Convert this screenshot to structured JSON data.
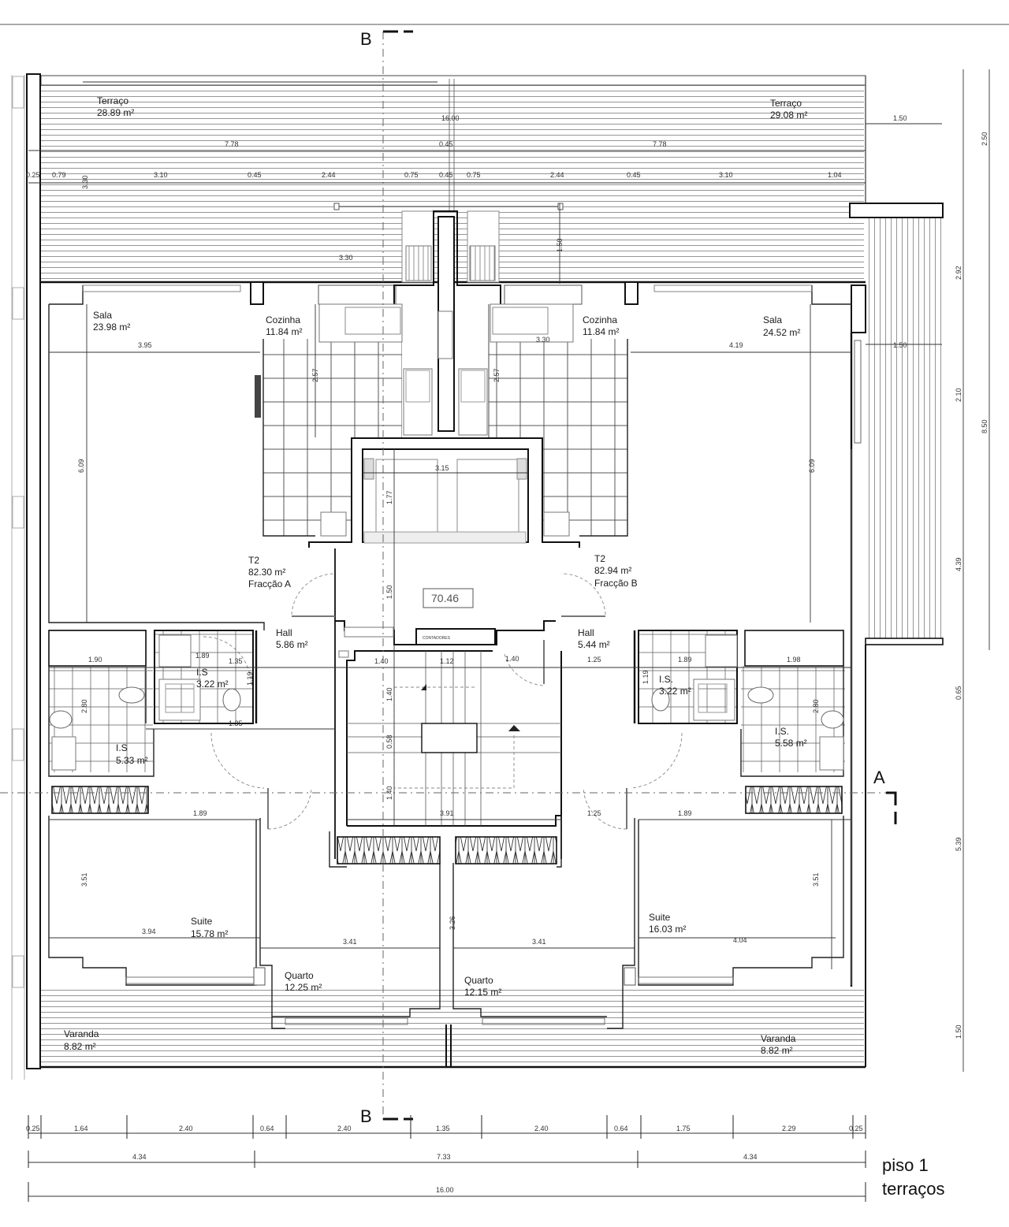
{
  "drawing": {
    "title_line1": "piso 1",
    "title_line2": "terraços",
    "section_markers": {
      "top": "B",
      "bottom": "B",
      "right": "A"
    },
    "common_area_box": "70.46",
    "meter_room_label": "CONTADORES"
  },
  "rooms": {
    "terraco_a": {
      "name": "Terraço",
      "area": "28.89 m²"
    },
    "terraco_b": {
      "name": "Terraço",
      "area": "29.08 m²"
    },
    "sala_a": {
      "name": "Sala",
      "area": "23.98 m²"
    },
    "sala_b": {
      "name": "Sala",
      "area": "24.52 m²"
    },
    "cozinha_a": {
      "name": "Cozinha",
      "area": "11.84 m²"
    },
    "cozinha_b": {
      "name": "Cozinha",
      "area": "11.84 m²"
    },
    "fraccao_a": {
      "type": "T2",
      "area": "82.30 m²",
      "name": "Fracção A"
    },
    "fraccao_b": {
      "type": "T2",
      "area": "82.94 m²",
      "name": "Fracção B"
    },
    "hall_a": {
      "name": "Hall",
      "area": "5.86 m²"
    },
    "hall_b": {
      "name": "Hall",
      "area": "5.44 m²"
    },
    "is_small_a": {
      "name": "I.S",
      "area": "3.22 m²"
    },
    "is_small_b": {
      "name": "I.S.",
      "area": "3.22 m²"
    },
    "is_large_a": {
      "name": "I.S",
      "area": "5.33 m²"
    },
    "is_large_b": {
      "name": "I.S.",
      "area": "5.58 m²"
    },
    "suite_a": {
      "name": "Suite",
      "area": "15.78 m²"
    },
    "suite_b": {
      "name": "Suite",
      "area": "16.03 m²"
    },
    "quarto_a": {
      "name": "Quarto",
      "area": "12.25 m²"
    },
    "quarto_b": {
      "name": "Quarto",
      "area": "12.15 m²"
    },
    "varanda_a": {
      "name": "Varanda",
      "area": "8.82 m²"
    },
    "varanda_b": {
      "name": "Varanda",
      "area": "8.82 m²"
    }
  },
  "dimensions": {
    "top_total": "16.00",
    "top_half_left": "7.78",
    "top_half_right": "7.78",
    "top_mid": "0.45",
    "top_row": [
      "0.25",
      "0.79",
      "3.10",
      "0.45",
      "2.44",
      "0.75",
      "0.45",
      "0.75",
      "2.44",
      "0.45",
      "3.10",
      "1.04"
    ],
    "terrace_depth": "3.30",
    "terrace_small_v": "1.50",
    "terrace_small_h": "3.30",
    "right_balcony_w": "1.50",
    "right_balcony_w2": "1.50",
    "right_outer": [
      "2.50",
      "8.50"
    ],
    "right_inner": [
      "2.92",
      "2.10",
      "4.39",
      "0.65",
      "5.39",
      "1.50"
    ],
    "sala_a_w": "3.95",
    "sala_b_w": "4.19",
    "sala_a_h": "6.09",
    "sala_b_h": "6.09",
    "cozinha_a_h": "2.57",
    "cozinha_b_h": "2.57",
    "cozinha_b_w": "3.30",
    "elevator_w": "3.15",
    "elevator_h": "1.77",
    "lobby_h": "1.50",
    "hall_a_w": "1.35",
    "hall_a_w2": "1.35",
    "hall_b_w": "1.25",
    "hall_b_w2": "1.25",
    "stair_top": [
      "1.40",
      "1.12",
      "1.40"
    ],
    "stair_v": [
      "1.40",
      "0.58",
      "1.40"
    ],
    "stair_w": "3.91",
    "is_a_w": "1.89",
    "is_a_h": "1.19",
    "is_b_w": "1.89",
    "is_b_h": "1.19",
    "isl_a_w": "1.90",
    "isl_a_h": "2.80",
    "isl_b_w": "1.98",
    "isl_b_h": "2.80",
    "closet_a_w": "1.89",
    "closet_b_w": "1.89",
    "suite_a_w": "3.94",
    "suite_b_w": "4.04",
    "suite_a_h": "3.51",
    "suite_b_h": "3.51",
    "quarto_a_w": "3.41",
    "quarto_b_w": "3.41",
    "quarto_h": "3.26",
    "bottom_row": [
      "0.25",
      "1.64",
      "2.40",
      "0.64",
      "2.40",
      "1.35",
      "2.40",
      "0.64",
      "1.75",
      "2.29",
      "0.25"
    ],
    "bottom_mid": [
      "4.34",
      "7.33",
      "4.34"
    ],
    "bottom_total": "16.00"
  }
}
